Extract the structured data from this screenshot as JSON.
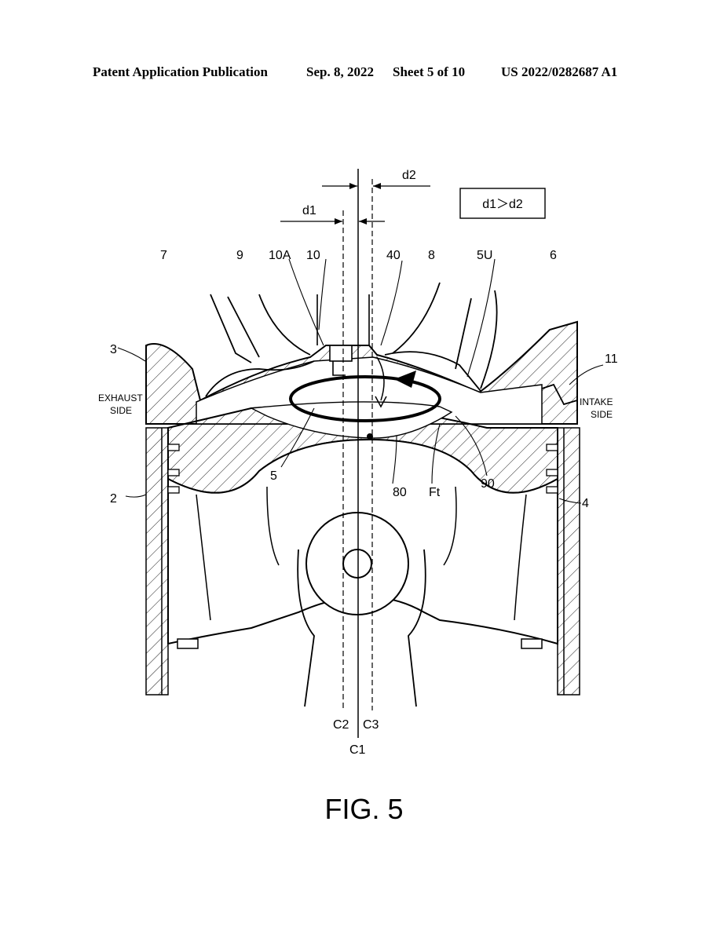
{
  "header": {
    "publication": "Patent Application Publication",
    "date": "Sep. 8, 2022",
    "sheet": "Sheet 5 of 10",
    "number": "US 2022/0282687 A1"
  },
  "figure": {
    "caption": "FIG. 5",
    "relation": "d1＞d2",
    "dims": {
      "d1": "d1",
      "d2": "d2"
    },
    "side_labels": {
      "exhaust_1": "EXHAUST",
      "exhaust_2": "SIDE",
      "intake_1": "INTAKE",
      "intake_2": "SIDE"
    },
    "refs": {
      "r7": "7",
      "r9": "9",
      "r10A": "10A",
      "r10": "10",
      "r40": "40",
      "r8": "8",
      "r5U": "5U",
      "r6": "6",
      "r3": "3",
      "r11": "11",
      "r5": "5",
      "r80": "80",
      "rFt": "Ft",
      "r90": "90",
      "r2": "2",
      "r4": "4",
      "c2": "C2",
      "c3": "C3",
      "c1": "C1"
    }
  }
}
